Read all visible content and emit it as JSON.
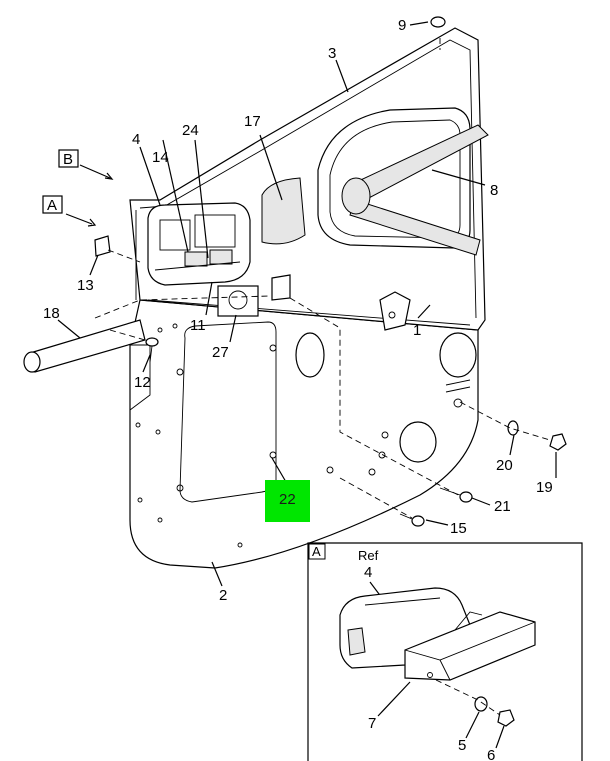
{
  "callouts": {
    "c1": "1",
    "c2": "2",
    "c3": "3",
    "c4": "4",
    "c8": "8",
    "c9": "9",
    "c11": "11",
    "c12": "12",
    "c13": "13",
    "c14": "14",
    "c15": "15",
    "c17": "17",
    "c18": "18",
    "c19": "19",
    "c20": "20",
    "c21": "21",
    "c22": "22",
    "c24": "24",
    "c27": "27"
  },
  "view_flags": {
    "view_a": "A",
    "view_b": "B"
  },
  "detail_a": {
    "title": "A",
    "ref": "Ref",
    "c4": "4",
    "c5": "5",
    "c6": "6",
    "c7": "7"
  },
  "colors": {
    "highlight": "#00e600",
    "line": "#000000"
  }
}
